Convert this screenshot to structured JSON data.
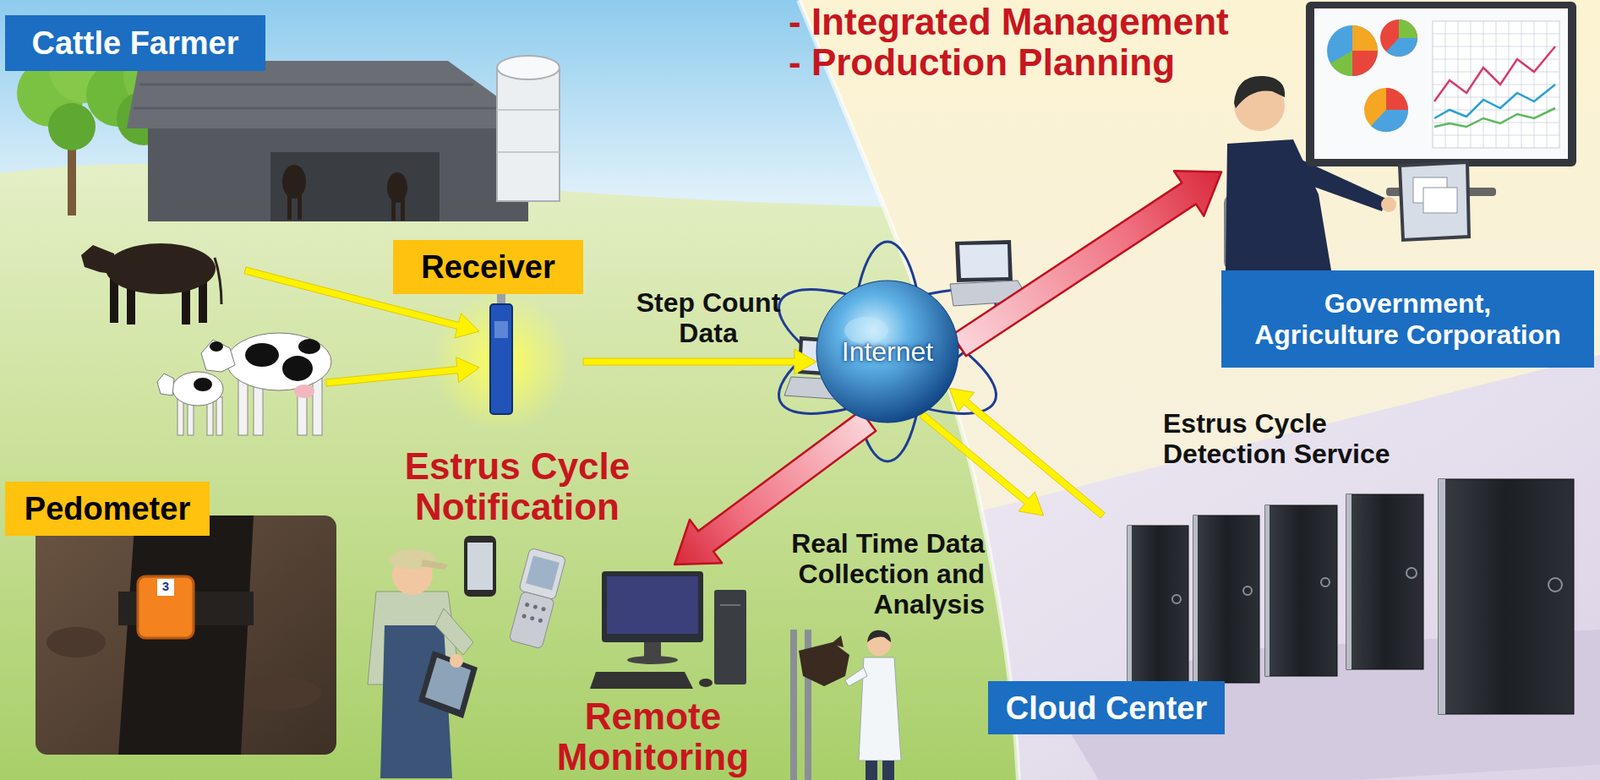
{
  "diagram": {
    "nodes": [
      {
        "text": [
          "Cattle Farmer"
        ]
      },
      {
        "text": [
          "Receiver"
        ]
      },
      {
        "text": [
          "Pedometer"
        ]
      },
      {
        "text": [
          "Internet"
        ]
      },
      {
        "text": [
          "Government, Agriculture Corporation"
        ]
      },
      {
        "text": [
          "Cloud Center"
        ]
      },
      {
        "text": [
          "Remote Monitoring"
        ]
      }
    ],
    "edges": [
      {
        "from": 1,
        "to": 3,
        "label": "Step Count Data",
        "arrow": "to"
      },
      {
        "from": 3,
        "to": 5,
        "label": "Real Time Data Collection and Analysis",
        "arrow": "to"
      },
      {
        "from": 5,
        "to": 3,
        "label": "Estrus Cycle Detection Service",
        "arrow": "to"
      },
      {
        "from": 3,
        "to": 4,
        "arrow": "to"
      },
      {
        "from": 3,
        "to": 6,
        "arrow": "to"
      }
    ],
    "labels": [
      "- Integrated Management",
      "- Production Planning",
      "Estrus Cycle Notification",
      "3"
    ]
  }
}
